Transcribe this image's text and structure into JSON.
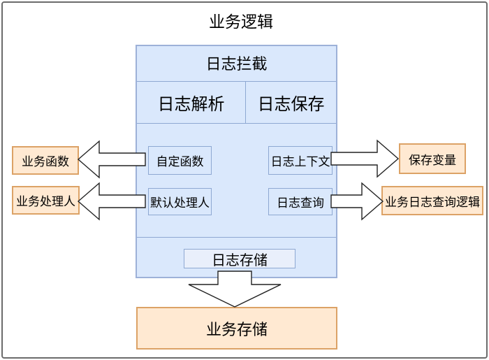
{
  "title": "业务逻辑",
  "interceptor": {
    "header": "日志拦截",
    "columns": [
      {
        "label": "日志解析"
      },
      {
        "label": "日志保存"
      }
    ],
    "modules": [
      {
        "label": "自定函数"
      },
      {
        "label": "日志上下文"
      },
      {
        "label": "默认处理人"
      },
      {
        "label": "日志查询"
      }
    ],
    "storage_label": "日志存储"
  },
  "left_nodes": [
    {
      "label": "业务函数"
    },
    {
      "label": "业务处理人"
    }
  ],
  "right_nodes": [
    {
      "label": "保存变量"
    },
    {
      "label": "业务日志查询逻辑"
    }
  ],
  "bottom_node": {
    "label": "业务存储"
  },
  "connections": [
    {
      "from": "自定函数",
      "to": "业务函数",
      "direction": "left"
    },
    {
      "from": "默认处理人",
      "to": "业务处理人",
      "direction": "left"
    },
    {
      "from": "日志上下文",
      "to": "保存变量",
      "direction": "right"
    },
    {
      "from": "日志查询",
      "to": "业务日志查询逻辑",
      "direction": "right"
    },
    {
      "from": "日志存储",
      "to": "业务存储",
      "direction": "down"
    }
  ],
  "colors": {
    "blue_fill": "#dae8fc",
    "blue_border": "#9db1d8",
    "inner_border": "#8ea8d2",
    "storage_fill": "#e9effb",
    "orange_fill": "#ffe9d2",
    "orange_border": "#dca266",
    "frame_border": "#6b6b6b",
    "arrow_fill": "#ffffff",
    "arrow_stroke": "#222222"
  }
}
